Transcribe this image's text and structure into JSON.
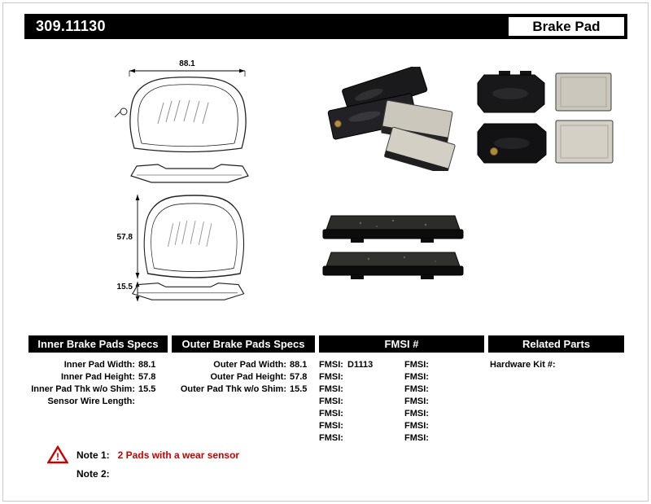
{
  "colors": {
    "header_bg": "#000000",
    "header_fg": "#ffffff",
    "note_red": "#cc0000"
  },
  "header": {
    "part_number": "309.11130",
    "product_type": "Brake Pad"
  },
  "drawings": {
    "width_dim": "88.1",
    "height_dim": "57.8",
    "thickness_dim": "15.5"
  },
  "table": {
    "inner": {
      "title": "Inner Brake Pads Specs",
      "rows": [
        {
          "label": "Inner Pad Width:",
          "value": "88.1"
        },
        {
          "label": "Inner Pad Height:",
          "value": "57.8"
        },
        {
          "label": "Inner Pad Thk w/o Shim:",
          "value": "15.5"
        },
        {
          "label": "Sensor Wire Length:",
          "value": ""
        }
      ]
    },
    "outer": {
      "title": "Outer Brake Pads Specs",
      "rows": [
        {
          "label": "Outer Pad Width:",
          "value": "88.1"
        },
        {
          "label": "Outer Pad Height:",
          "value": "57.8"
        },
        {
          "label": "Outer Pad Thk w/o Shim:",
          "value": "15.5"
        }
      ]
    },
    "fmsi": {
      "title": "FMSI #",
      "rows": [
        {
          "label1": "FMSI:",
          "value1": "D1113",
          "label2": "FMSI:",
          "value2": ""
        },
        {
          "label1": "FMSI:",
          "value1": "",
          "label2": "FMSI:",
          "value2": ""
        },
        {
          "label1": "FMSI:",
          "value1": "",
          "label2": "FMSI:",
          "value2": ""
        },
        {
          "label1": "FMSI:",
          "value1": "",
          "label2": "FMSI:",
          "value2": ""
        },
        {
          "label1": "FMSI:",
          "value1": "",
          "label2": "FMSI:",
          "value2": ""
        },
        {
          "label1": "FMSI:",
          "value1": "",
          "label2": "FMSI:",
          "value2": ""
        },
        {
          "label1": "FMSI:",
          "value1": "",
          "label2": "FMSI:",
          "value2": ""
        }
      ]
    },
    "related": {
      "title": "Related Parts",
      "rows": [
        {
          "label": "Hardware Kit #:",
          "value": ""
        }
      ]
    }
  },
  "notes": {
    "warning_icon": "warning-triangle",
    "note1_label": "Note 1:",
    "note1_text": "2 Pads with a wear sensor",
    "note2_label": "Note 2:",
    "note2_text": ""
  }
}
